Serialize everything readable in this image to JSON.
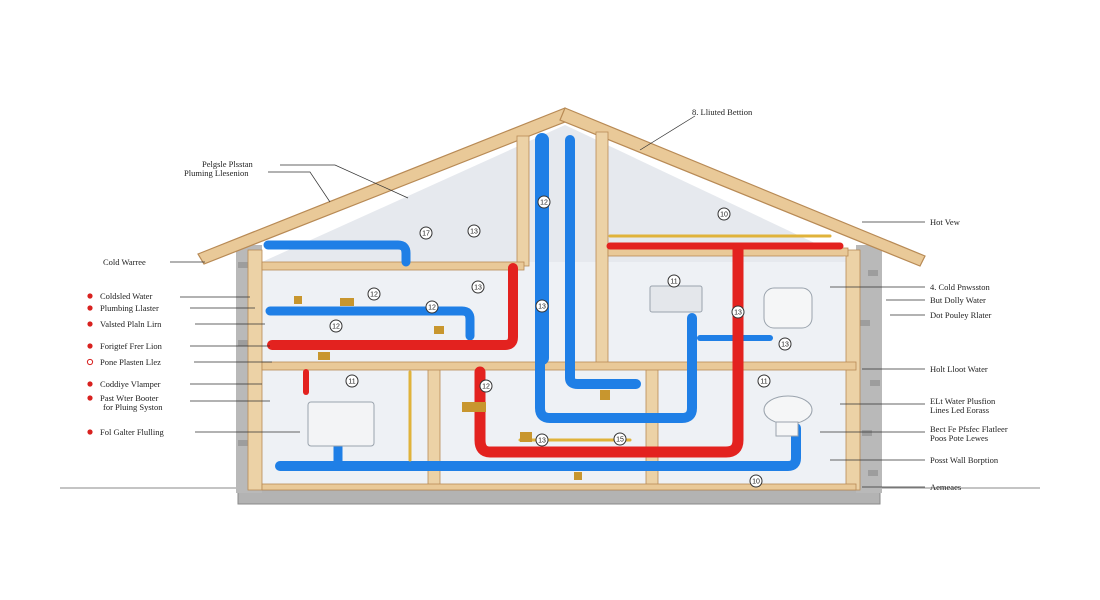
{
  "colors": {
    "cold_pipe": "#1f7fe6",
    "hot_pipe": "#e3221f",
    "gas_pipe": "#e0b33a",
    "wood": "#e9c998",
    "wood_edge": "#b88a55",
    "interior": "#eef1f5",
    "concrete": "#b9b9b9",
    "leader": "#333333",
    "bullet": "#d8211f"
  },
  "labels": {
    "top_center": "8. Lliuted Bettion",
    "upper_left_1": "Pelgsle Plsstan",
    "upper_left_2": "Pluming Llesenion",
    "cold_water": "Cold Warree",
    "left_list": [
      "Coldsled Water",
      "Plumbing Llaster",
      "Valsted Plaln Lirn",
      "Forigtef Frer Lion",
      "Pone Plasten Llez",
      "Coddiye Vlamper"
    ],
    "left_two_line_1": "Past Wter Booter",
    "left_two_line_2": "for Pluing Syston",
    "left_bottom": "Fol Galter Flulling",
    "right_list": [
      "Hot Vew",
      "4. Cold Pnwsston",
      "But Dolly Water",
      "Dot Pouley Rlater",
      "Holt Lloot Water"
    ],
    "right_two_1a": "ELt Water Plusfion",
    "right_two_1b": "Lines Led Eorass",
    "right_two_2a": "Bect Fe Pfsfec Flatleer",
    "right_two_2b": "Poos Pote Lewes",
    "right_bottom": "Posst Wall Borption",
    "right_ground": "Aemeaes"
  },
  "markers": [
    "17",
    "13",
    "12",
    "10",
    "12",
    "12",
    "13",
    "11",
    "13",
    "13",
    "12",
    "13",
    "11",
    "11",
    "12",
    "15",
    "13",
    "10"
  ]
}
